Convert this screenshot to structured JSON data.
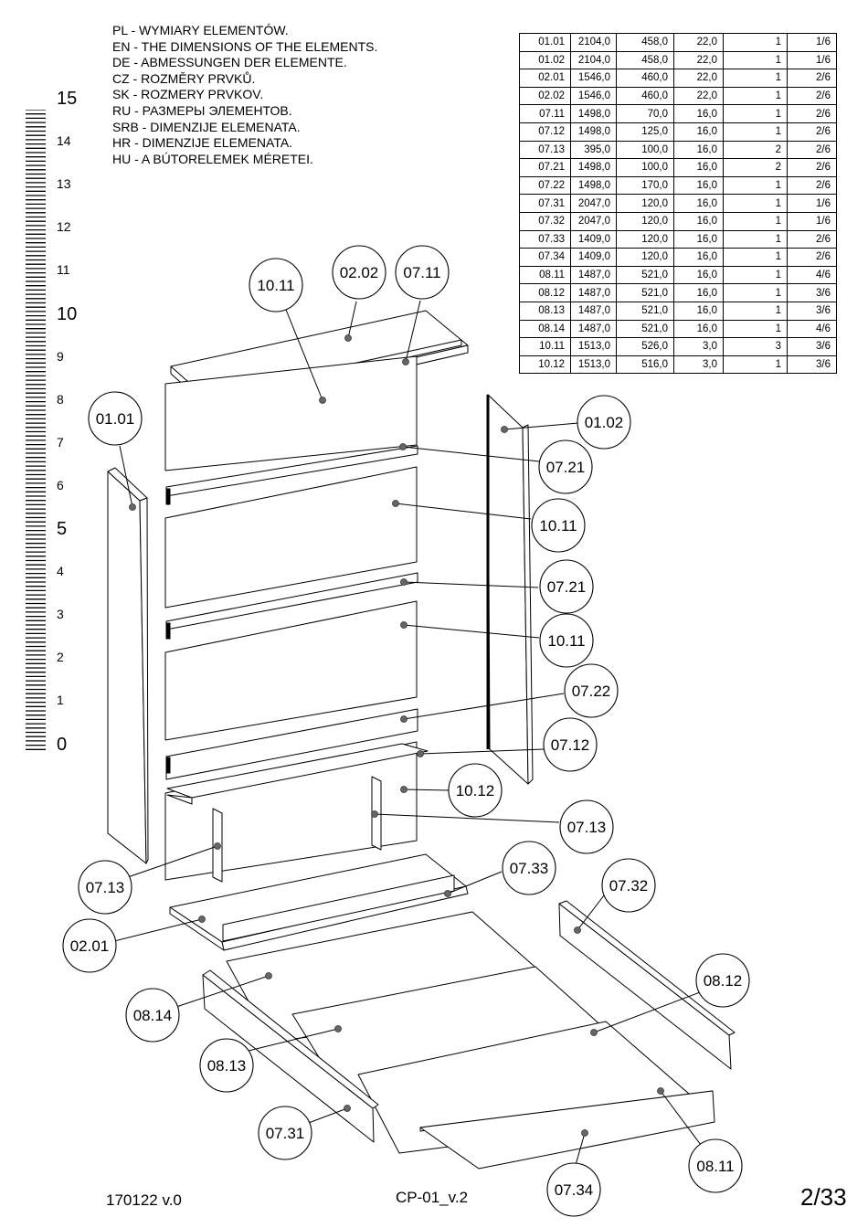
{
  "legend_lines": [
    "PL - WYMIARY ELEMENTÓW.",
    "EN - THE DIMENSIONS OF THE ELEMENTS.",
    "DE - ABMESSUNGEN DER ELEMENTE.",
    "CZ - ROZMĚRY PRVKŮ.",
    "SK - ROZMERY PRVKOV.",
    "RU - РАЗМЕРЫ ЭЛЕМЕНТОВ.",
    "SRB - DIMENZIJE ELEMENATA.",
    "HR - DIMENZIJE ELEMENATA.",
    "HU - A BÚTORELEMEK MÉRETEI."
  ],
  "dimensions_table": [
    [
      "01.01",
      "2104,0",
      "458,0",
      "22,0",
      "1",
      "1/6"
    ],
    [
      "01.02",
      "2104,0",
      "458,0",
      "22,0",
      "1",
      "1/6"
    ],
    [
      "02.01",
      "1546,0",
      "460,0",
      "22,0",
      "1",
      "2/6"
    ],
    [
      "02.02",
      "1546,0",
      "460,0",
      "22,0",
      "1",
      "2/6"
    ],
    [
      "07.11",
      "1498,0",
      "70,0",
      "16,0",
      "1",
      "2/6"
    ],
    [
      "07.12",
      "1498,0",
      "125,0",
      "16,0",
      "1",
      "2/6"
    ],
    [
      "07.13",
      "395,0",
      "100,0",
      "16,0",
      "2",
      "2/6"
    ],
    [
      "07.21",
      "1498,0",
      "100,0",
      "16,0",
      "2",
      "2/6"
    ],
    [
      "07.22",
      "1498,0",
      "170,0",
      "16,0",
      "1",
      "2/6"
    ],
    [
      "07.31",
      "2047,0",
      "120,0",
      "16,0",
      "1",
      "1/6"
    ],
    [
      "07.32",
      "2047,0",
      "120,0",
      "16,0",
      "1",
      "1/6"
    ],
    [
      "07.33",
      "1409,0",
      "120,0",
      "16,0",
      "1",
      "2/6"
    ],
    [
      "07.34",
      "1409,0",
      "120,0",
      "16,0",
      "1",
      "2/6"
    ],
    [
      "08.11",
      "1487,0",
      "521,0",
      "16,0",
      "1",
      "4/6"
    ],
    [
      "08.12",
      "1487,0",
      "521,0",
      "16,0",
      "1",
      "3/6"
    ],
    [
      "08.13",
      "1487,0",
      "521,0",
      "16,0",
      "1",
      "3/6"
    ],
    [
      "08.14",
      "1487,0",
      "521,0",
      "16,0",
      "1",
      "4/6"
    ],
    [
      "10.11",
      "1513,0",
      "526,0",
      "3,0",
      "3",
      "3/6"
    ],
    [
      "10.12",
      "1513,0",
      "516,0",
      "3,0",
      "1",
      "3/6"
    ]
  ],
  "ruler_labels": [
    "15",
    "14",
    "13",
    "12",
    "11",
    "10",
    "9",
    "8",
    "7",
    "6",
    "5",
    "4",
    "3",
    "2",
    "1",
    "0"
  ],
  "callouts": [
    "10.11",
    "02.02",
    "07.11",
    "01.01",
    "01.02",
    "07.21",
    "10.11",
    "07.21",
    "10.11",
    "07.22",
    "07.12",
    "10.12",
    "07.13",
    "07.13",
    "07.33",
    "07.32",
    "02.01",
    "08.12",
    "08.14",
    "08.13",
    "07.31",
    "08.11",
    "07.34"
  ],
  "footer": {
    "left": "170122  v.0",
    "center": "CP-01_v.2",
    "page": "2/33"
  }
}
